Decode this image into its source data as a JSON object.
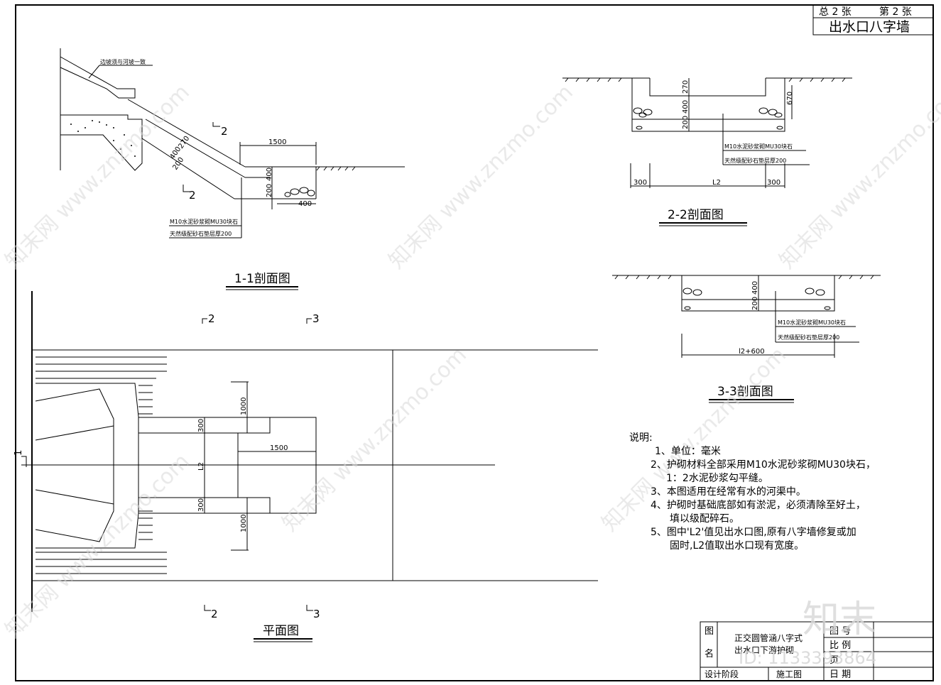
{
  "sheet": {
    "total_label": "总 2 张",
    "page_label": "第 2 张",
    "drawing_name": "出水口八字墙"
  },
  "section_11": {
    "title": "1-1剖面图",
    "slope_note": "边坡须与河坡一致",
    "dim_1500": "1500",
    "dim_270": "270",
    "dim_400a": "400",
    "dim_200a": "200",
    "dim_400b": "400",
    "dim_200b": "200",
    "dim_400c": "400",
    "mark_2_top": "2",
    "mark_2_bot": "2",
    "note_masonry": "M10水泥砂浆砌MU30块石",
    "note_gravel": "天然级配砂石垫层厚200"
  },
  "section_22": {
    "title": "2-2剖面图",
    "dim_270": "270",
    "dim_400": "400",
    "dim_200": "200",
    "dim_670": "670",
    "dim_300_left": "300",
    "dim_L2": "L2",
    "dim_300_right": "300",
    "note_masonry": "M10水泥砂浆砌MU30块石",
    "note_gravel": "天然级配砂石垫层厚200"
  },
  "section_33": {
    "title": "3-3剖面图",
    "dim_400": "400",
    "dim_200": "200",
    "dim_width": "l2+600",
    "note_masonry": "M10水泥砂浆砌MU30块石",
    "note_gravel": "天然级配砂石垫层厚200"
  },
  "plan": {
    "title": "平面图",
    "mark_2_top": "2",
    "mark_3_top": "3",
    "mark_2_bot": "2",
    "mark_3_bot": "3",
    "mark_1": "1",
    "dim_1000_top": "1000",
    "dim_300_top": "300",
    "dim_1500": "1500",
    "dim_L2": "L2",
    "dim_300_bot": "300",
    "dim_1000_bot": "1000"
  },
  "notes": {
    "heading": "说明:",
    "items": [
      "1、单位：毫米",
      "2、护砌材料全部采用M10水泥砂浆砌MU30块石，",
      "1：2水泥砂浆勾平缝。",
      "3、本图适用在经常有水的河渠中。",
      "4、护砌时基础底部如有淤泥，必须清除至好土，",
      "填以级配碎石。",
      "5、图中'L2'值见出水口图,原有八字墙修复或加",
      "固时,L2值取出水口现有宽度。"
    ]
  },
  "title_block": {
    "tu": "图",
    "ming": "名",
    "name_line1": "正交圆管涵八字式",
    "name_line2": "出水口下游护砌",
    "tuhao": "图 号",
    "bili": "比 例",
    "ye": "页",
    "design_stage_label": "设计阶段",
    "design_stage_value": "施工图",
    "date_label": "日 期"
  },
  "watermark": {
    "brand": "知末网 www.znzmo.com",
    "logo": "知末",
    "id_text": "ID: 1133393864"
  }
}
